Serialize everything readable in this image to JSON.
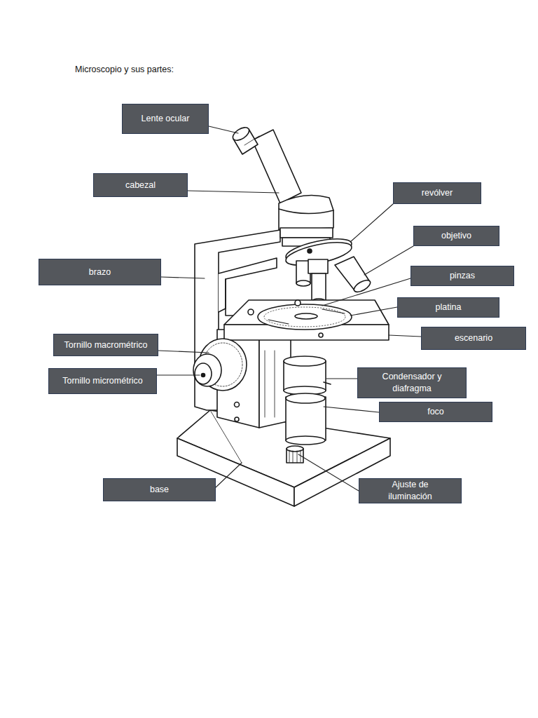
{
  "diagram": {
    "title": "Microscopio y sus partes:",
    "nodes": [
      {
        "text": [
          "Lente ocular"
        ]
      },
      {
        "text": [
          "cabezal"
        ]
      },
      {
        "text": [
          "revólver"
        ]
      },
      {
        "text": [
          "objetivo"
        ]
      },
      {
        "text": [
          "brazo"
        ]
      },
      {
        "text": [
          "pinzas"
        ]
      },
      {
        "text": [
          "platina"
        ]
      },
      {
        "text": [
          "escenario"
        ]
      },
      {
        "text": [
          "Tornillo macrométrico"
        ]
      },
      {
        "text": [
          "Condensador y diafragma"
        ]
      },
      {
        "text": [
          "Tornillo micrométrico"
        ]
      },
      {
        "text": [
          "foco"
        ]
      },
      {
        "text": [
          "base"
        ]
      },
      {
        "text": [
          "Ajuste de iluminación"
        ]
      }
    ]
  }
}
